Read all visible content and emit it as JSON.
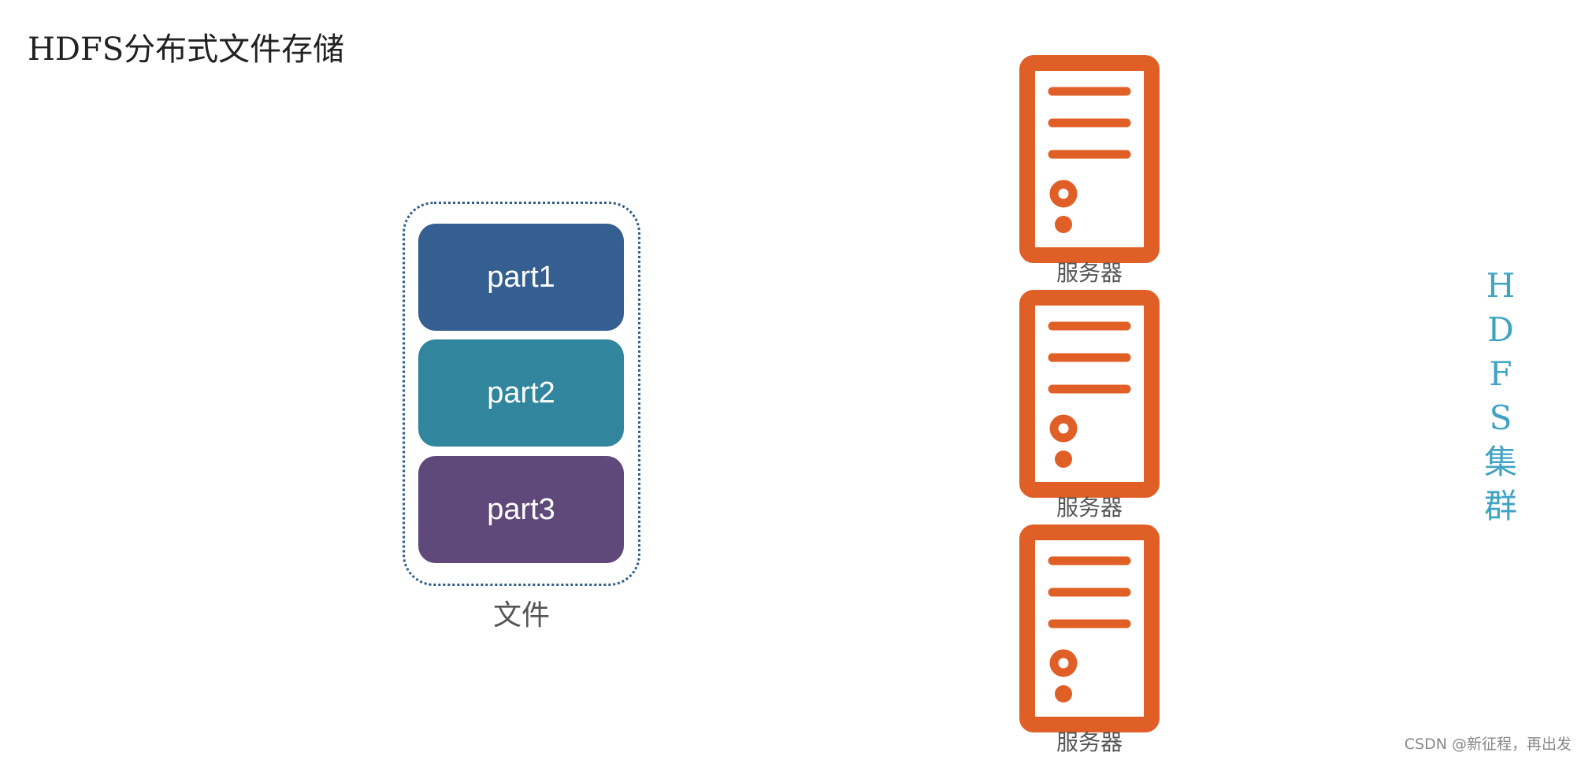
{
  "title": "HDFS分布式文件存储",
  "file": {
    "label": "文件",
    "parts": [
      {
        "label": "part1",
        "color": "#365f91"
      },
      {
        "label": "part2",
        "color": "#31859c"
      },
      {
        "label": "part3",
        "color": "#5f497a"
      }
    ]
  },
  "servers": [
    {
      "label": "服务器"
    },
    {
      "label": "服务器"
    },
    {
      "label": "服务器"
    }
  ],
  "cluster_label": [
    "H",
    "D",
    "F",
    "S",
    "集",
    "群"
  ],
  "watermark": "CSDN @新征程，再出发",
  "colors": {
    "server": "#e05f26",
    "cluster_text": "#3fa3c4",
    "container_border": "#2f5d8a"
  }
}
